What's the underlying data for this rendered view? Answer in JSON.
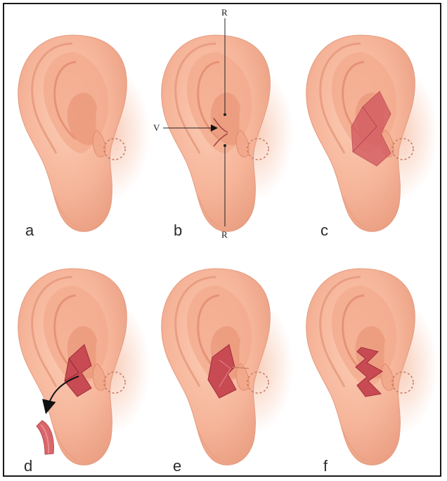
{
  "figure": {
    "panels": [
      {
        "label": "a",
        "stage": "plain"
      },
      {
        "label": "b",
        "stage": "incisions"
      },
      {
        "label": "c",
        "stage": "flap-raised"
      },
      {
        "label": "d",
        "stage": "cartilage-removed"
      },
      {
        "label": "e",
        "stage": "flap-advanced"
      },
      {
        "label": "f",
        "stage": "closure"
      }
    ],
    "annotations": {
      "top": "R",
      "bottom": "R",
      "left": "V"
    }
  },
  "colors": {
    "skin": "#f6b59a",
    "skin_shadow": "#e59a7e",
    "skin_highlight": "#fbd0bc",
    "fold": "#e08a6c",
    "wound": "#c5464f",
    "wound_dark": "#9e2f3a",
    "circle": "#c07a62",
    "line": "#222222"
  }
}
